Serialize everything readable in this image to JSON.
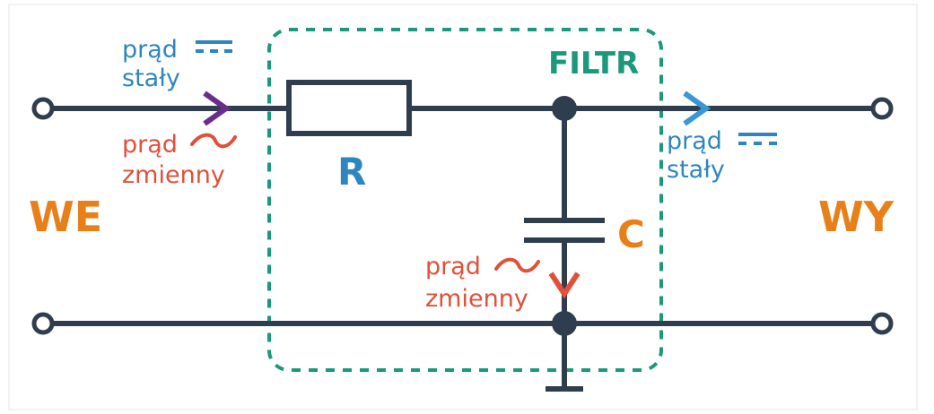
{
  "labels": {
    "input": "WE",
    "output": "WY",
    "filter": "FILTR",
    "resistor": "R",
    "capacitor": "C",
    "dc_in_line1": "prąd",
    "dc_in_line2": "stały",
    "ac_in_line1": "prąd",
    "ac_in_line2": "zmienny",
    "dc_out_line1": "prąd",
    "dc_out_line2": "stały",
    "ac_cap_line1": "prąd",
    "ac_cap_line2": "zmienny"
  },
  "colors": {
    "wire": "#2f3e4f",
    "orange": "#e8801a",
    "blue": "#2e86c1",
    "red": "#e0503a",
    "green": "#1a9a7a",
    "purple": "#6a2c8e",
    "light_blue": "#3a97d6"
  },
  "icons": {
    "dc_symbol": "dc-symbol-icon",
    "ac_symbol": "ac-symbol-icon",
    "arrow": "chevron-right-icon"
  }
}
